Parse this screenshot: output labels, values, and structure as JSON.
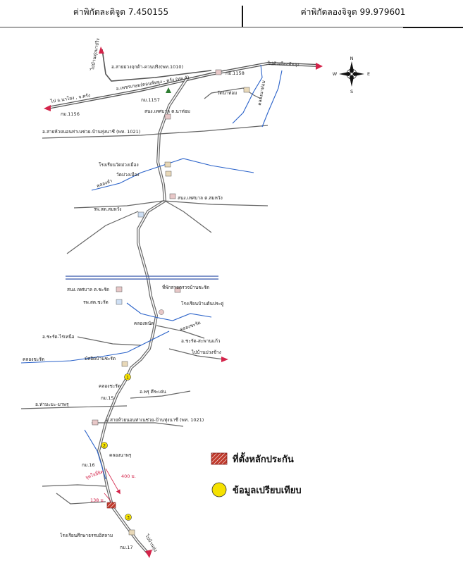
{
  "header": {
    "latitude": "ค่าพิกัดละติจูด 7.450155",
    "longitude": "ค่าพิกัดลองจิจูด 99.979601"
  },
  "compass": {
    "n": "N",
    "s": "S",
    "e": "E",
    "w": "W"
  },
  "legend": {
    "station": "ที่ตั้งหลักประกัน",
    "compare": "ข้อมูลเปรียบเทียบ",
    "station_color": "#c0392b",
    "compare_color": "#f5e100"
  },
  "labels": {
    "road_1010": "อ.สายม่วงฤกต้า-ควนปริง(พท.1010)",
    "road_4": "อ.เพชรเกษม(ตอนพัทลุง - ตรัง (ทล.4)",
    "to_trang": "ไป อ.นาโยง , จ.ตรัง",
    "to_phatthalung": "ไปตัวเมืองพัทลุง",
    "to_west": "ไปบ้านทุ่งนาปริง",
    "km1156": "กม.1156",
    "km1157": "กม.1157",
    "km1158": "กม.1158",
    "wat_natom": "วัดนาท่อม",
    "khlong_natom": "คลองนาท่อม",
    "office_natom": "สนง.เทศบาล ต.นาท่อม",
    "road_1021_top": "อ.สายห้วยนอนท่าเนช่วย-บ้านทุ่งนาชี (พท. 1021)",
    "school_wat": "โรงเรียนวัดม่วงเมือง",
    "wat_muang": "วัดม่วงเมือง",
    "khlong_lam": "คลองลำ",
    "office_samwang": "สนง.เทศบาล ต.สมหวัง",
    "hosp_samwang": "รพ.สต.สมหวัง",
    "office_chorat": "สนง.เทศบาล ต.ชะรัด",
    "police": "ที่พักสายตรวจบ้านชะรัด",
    "hosp_chorat": "รพ.สต.ชะรัด",
    "school_tonpradu": "โรงเรียนบ้านต้นประดู่",
    "khlong_nuea": "คลองหนัด",
    "khlong_chorat1": "คลองชะรัด",
    "road_chorat_north": "อ.ชะรัด-ไร่เหนือ",
    "road_chorat_sapan": "อ.ชะรัด-สะพานแก้ว",
    "to_ban_chaw": "ไปบ้านบ่วงช้าง",
    "khlong_chorat2": "คลองชะรัด",
    "mosque": "มัสยิดบ้านชะรัด",
    "khlong_chorat3": "คลองชะรัด",
    "km15": "กม.15",
    "road_phru": "อ.พรุ ศีระเด่น",
    "road_tha_mamuang": "อ.ท่ามะมะ-มาพรุ",
    "road_1021_bottom": "อ.สายห้วยนอนท่าเนช่วย-บ้านทุ่งนาชี (พท. 1021)",
    "khlong_naphru": "คลองนาพรุ",
    "km16": "กม.16",
    "jud_ha": "จุดใจยี่ยิด",
    "dist_400": "400 ม.",
    "dist_138": "138 ม.",
    "school_bottom": "โรงเรียนศึกษาธรรมอิสลาม",
    "km17": "กม.17",
    "to_south": "ไปบ้านทุ่ง",
    "num1": "1",
    "num2": "2",
    "num3": "3"
  }
}
